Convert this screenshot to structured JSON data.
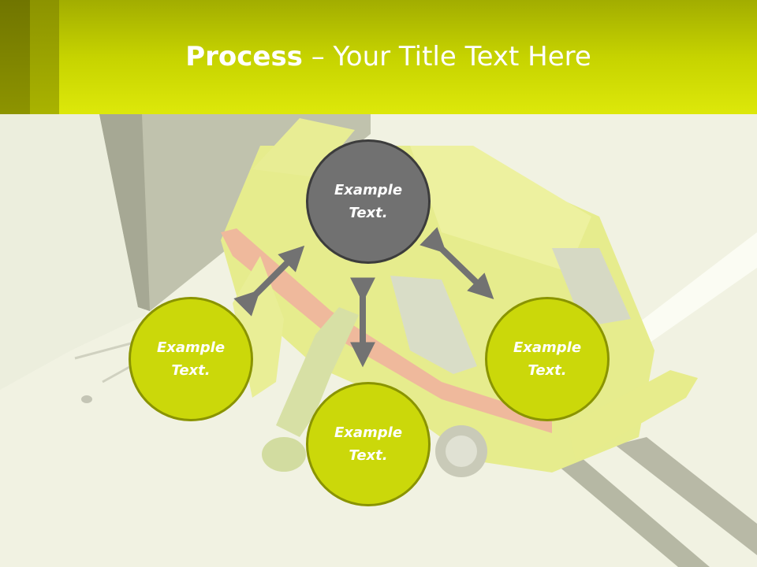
{
  "slide": {
    "title_bold": "Process",
    "title_rest": " – Your Title Text Here"
  },
  "nodes": {
    "top": {
      "line1": "Example",
      "line2": "Text."
    },
    "left": {
      "line1": "Example",
      "line2": "Text."
    },
    "right": {
      "line1": "Example",
      "line2": "Text."
    },
    "bottom": {
      "line1": "Example",
      "line2": "Text."
    }
  },
  "colors": {
    "header": "#c6d300",
    "node_green": "#cbd80a",
    "node_gray": "#717171",
    "arrow": "#707070"
  }
}
